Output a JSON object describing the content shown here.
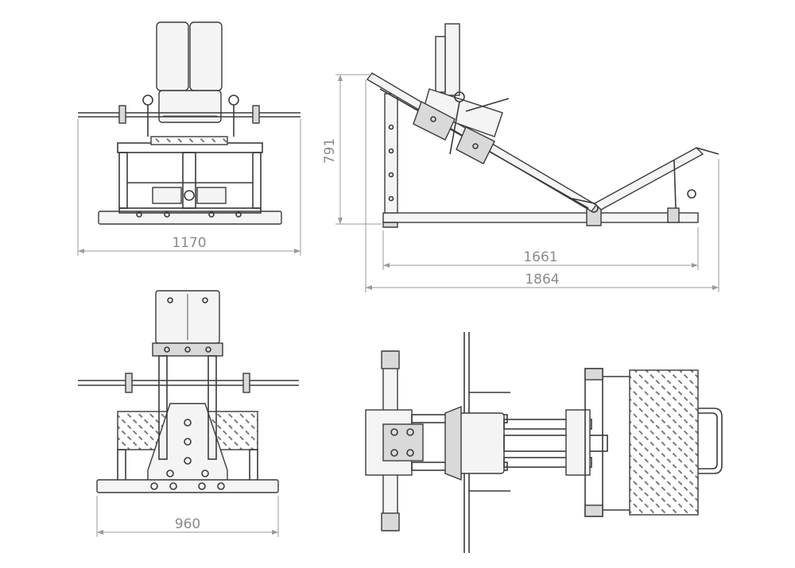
{
  "dimensions": {
    "front_width": "1170",
    "side_height": "791",
    "side_base_length": "1661",
    "side_total_length": "1864",
    "rear_width": "960"
  },
  "colors": {
    "line": "#3a3a3a",
    "dimension_line": "#9a9a9a",
    "dimension_text": "#8a8a8a",
    "background": "#ffffff"
  },
  "views": [
    "front-view",
    "side-view",
    "rear-view",
    "top-view"
  ]
}
